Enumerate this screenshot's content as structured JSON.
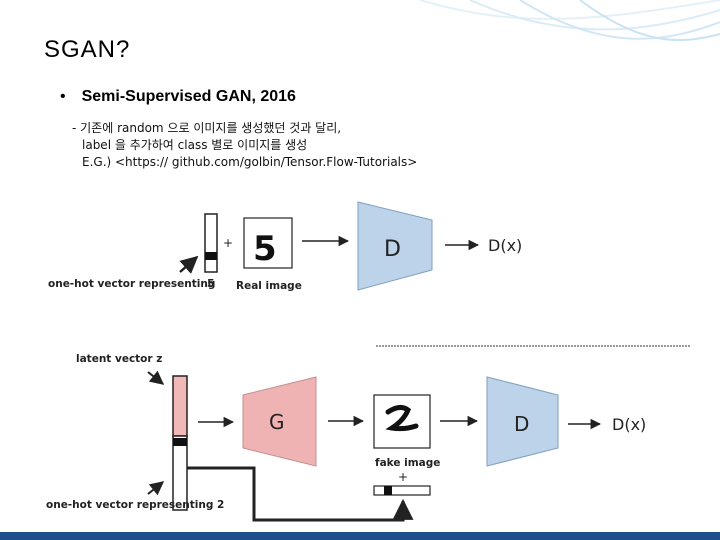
{
  "slide": {
    "title": "SGAN?",
    "bullet": "Semi-Supervised GAN, 2016",
    "note_line1": "- 기존에 random 으로 이미지를 생성했던 것과 달리,",
    "note_line2": "label 을 추가하여 class 별로 이미지를 생성",
    "note_line3": "E.G.) <https:// github.com/golbin/Tensor.Flow-Tutorials>",
    "bullet_symbol": "•"
  },
  "diagram": {
    "top": {
      "onehot_label": "one-hot vector representing",
      "onehot_digit": "5",
      "plus": "+",
      "real_image_label": "Real image",
      "real_image_digit": "5",
      "disc_label": "D",
      "output_label": "D(x)"
    },
    "bottom": {
      "latent_label": "latent vector z",
      "onehot_label": "one-hot vector representing 2",
      "gen_label": "G",
      "fake_image_label": "fake image",
      "plus": "+",
      "disc_label": "D",
      "output_label": "D(x)"
    },
    "colors": {
      "discriminator": "#bcd3ea",
      "generator": "#f0b3b3",
      "latent": "#f2b8b8",
      "bottom_bar": "#1f4e8c"
    }
  }
}
